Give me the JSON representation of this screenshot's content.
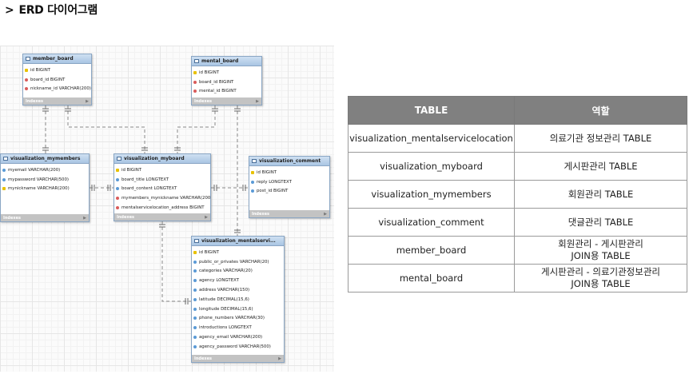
{
  "page": {
    "heading_marker": ">",
    "heading": "ERD 다이어그램"
  },
  "erd": {
    "entities": {
      "member_board": {
        "name": "member_board",
        "columns": [
          {
            "label": "id BIGINT",
            "kind": "pk"
          },
          {
            "label": "board_id BIGINT",
            "kind": "fk"
          },
          {
            "label": "nickname_id VARCHAR(200)",
            "kind": "fk"
          }
        ],
        "footer": "Indexes"
      },
      "mental_board": {
        "name": "mental_board",
        "columns": [
          {
            "label": "id BIGINT",
            "kind": "pk"
          },
          {
            "label": "board_id BIGINT",
            "kind": "fk"
          },
          {
            "label": "mental_id BIGINT",
            "kind": "fk"
          }
        ],
        "footer": "Indexes"
      },
      "visualization_mymembers": {
        "name": "visualization_mymembers",
        "columns": [
          {
            "label": "myemail VARCHAR(200)",
            "kind": "col"
          },
          {
            "label": "mypassword VARCHAR(500)",
            "kind": "col"
          },
          {
            "label": "mynickname VARCHAR(200)",
            "kind": "pk"
          }
        ],
        "footer": "Indexes"
      },
      "visualization_myboard": {
        "name": "visualization_myboard",
        "columns": [
          {
            "label": "id BIGINT",
            "kind": "pk"
          },
          {
            "label": "board_title LONGTEXT",
            "kind": "col"
          },
          {
            "label": "board_content LONGTEXT",
            "kind": "col"
          },
          {
            "label": "mymembers_mynickname VARCHAR(200)",
            "kind": "fk"
          },
          {
            "label": "mentalservicelocation_address BIGINT",
            "kind": "fk"
          }
        ],
        "footer": "Indexes"
      },
      "visualization_comment": {
        "name": "visualization_comment",
        "columns": [
          {
            "label": "id BIGINT",
            "kind": "pk"
          },
          {
            "label": "reply LONGTEXT",
            "kind": "col"
          },
          {
            "label": "post_id BIGINT",
            "kind": "col"
          }
        ],
        "footer": "Indexes"
      },
      "visualization_mentalservicelocation": {
        "name": "visualization_mentalservi...",
        "columns": [
          {
            "label": "id BIGINT",
            "kind": "pk"
          },
          {
            "label": "public_or_privates VARCHAR(20)",
            "kind": "col"
          },
          {
            "label": "categories VARCHAR(20)",
            "kind": "col"
          },
          {
            "label": "agency LONGTEXT",
            "kind": "col"
          },
          {
            "label": "address VARCHAR(150)",
            "kind": "col"
          },
          {
            "label": "latitude DECIMAL(15,6)",
            "kind": "col"
          },
          {
            "label": "longitude DECIMAL(15,6)",
            "kind": "col"
          },
          {
            "label": "phone_numbers VARCHAR(30)",
            "kind": "col"
          },
          {
            "label": "introductions LONGTEXT",
            "kind": "col"
          },
          {
            "label": "agency_email VARCHAR(200)",
            "kind": "col"
          },
          {
            "label": "agency_password VARCHAR(500)",
            "kind": "col"
          }
        ],
        "footer": "Indexes"
      }
    }
  },
  "table": {
    "headers": [
      "TABLE",
      "역할"
    ],
    "rows": [
      {
        "table": "visualization_mentalservicelocation",
        "role": [
          "의료기관 정보관리 TABLE"
        ]
      },
      {
        "table": "visualization_myboard",
        "role": [
          "게시판관리 TABLE"
        ]
      },
      {
        "table": "visualization_mymembers",
        "role": [
          "회원관리 TABLE"
        ]
      },
      {
        "table": "visualization_comment",
        "role": [
          "댓글관리 TABLE"
        ]
      },
      {
        "table": "member_board",
        "role": [
          "회원관리 - 게시판관리",
          "JOIN용 TABLE"
        ]
      },
      {
        "table": "mental_board",
        "role": [
          "게시판관리 - 의료기관정보관리",
          "JOIN용 TABLE"
        ]
      }
    ]
  }
}
